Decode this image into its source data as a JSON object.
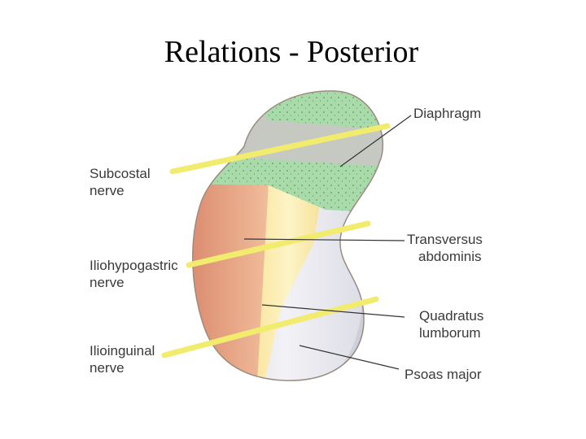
{
  "slide": {
    "title": "Relations - Posterior"
  },
  "labels": {
    "subcostal": [
      "Subcostal",
      "nerve"
    ],
    "iliohypogastric": [
      "Iliohypogastric",
      "nerve"
    ],
    "ilioinguinal": [
      "Ilioinguinal",
      "nerve"
    ],
    "diaphragm": [
      "Diaphragm"
    ],
    "transversus": [
      "Transversus",
      "abdominis"
    ],
    "quadratus": [
      "Quadratus",
      "lumborum"
    ],
    "psoas": [
      "Psoas major"
    ]
  },
  "colors": {
    "diaphragm_green": "#a8d8a8",
    "diaphragm_grey": "#c8ccc4",
    "transversus_orange": "#e7a383",
    "quadratus_yellow": "#f8e8a0",
    "psoas_grey": "#e4e4ea",
    "nerve_yellow": "#f2ec6e",
    "leader_line": "#333333"
  }
}
